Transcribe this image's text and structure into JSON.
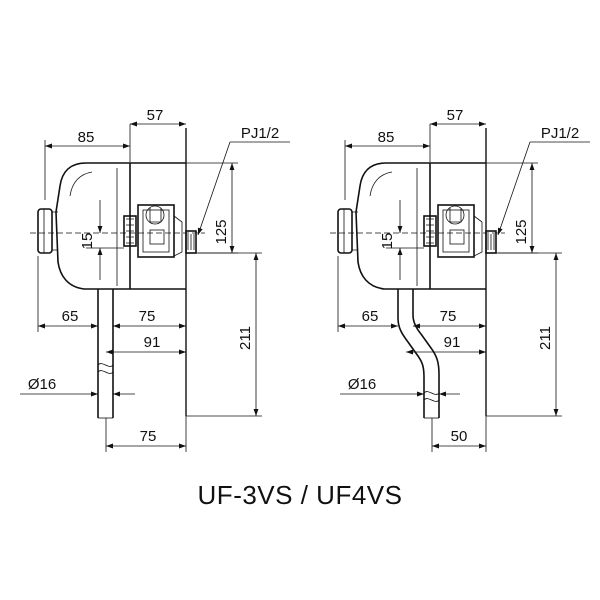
{
  "figure_caption": "UF-3VS / UF4VS",
  "drawings": [
    {
      "name": "UF-3VS",
      "dimensions": {
        "body_width": "85",
        "valve_depth": "57",
        "connection": "PJ1/2",
        "vertical_offset": "15",
        "connection_height": "125",
        "pipe_offset": "65",
        "pipe_to_wall": "75",
        "outlet_to_wall": "91",
        "total_height": "211",
        "pipe_diameter": "Ø16",
        "bottom_pipe_to_wall": "75"
      }
    },
    {
      "name": "UF4VS",
      "dimensions": {
        "body_width": "85",
        "valve_depth": "57",
        "connection": "PJ1/2",
        "vertical_offset": "15",
        "connection_height": "125",
        "pipe_offset": "65",
        "pipe_to_wall": "75",
        "outlet_to_wall": "91",
        "total_height": "211",
        "pipe_diameter": "Ø16",
        "bottom_pipe_to_wall": "50"
      }
    }
  ]
}
